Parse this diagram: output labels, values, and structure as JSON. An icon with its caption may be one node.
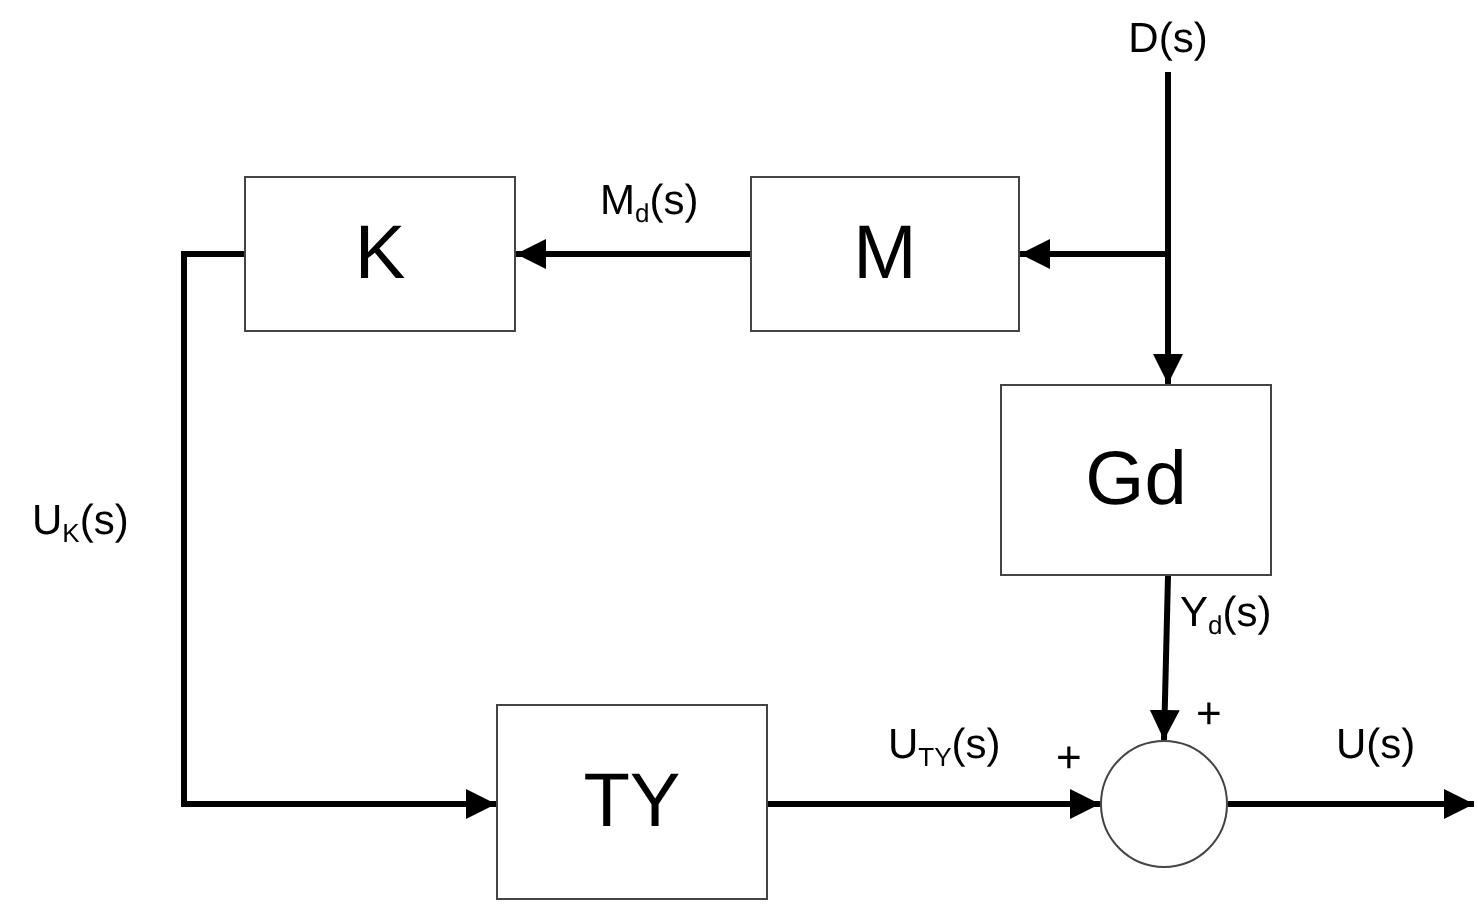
{
  "diagram": {
    "nodes": [
      {
        "text": [
          "K"
        ]
      },
      {
        "text": [
          "M"
        ]
      },
      {
        "text": [
          "Gd"
        ]
      },
      {
        "text": [
          "TY"
        ]
      },
      {
        "text": [],
        "shape": "circle"
      },
      {
        "text": [
          "D(s)"
        ]
      }
    ],
    "edges": [
      {
        "from": 5,
        "to": 2,
        "arrow": "to"
      },
      {
        "from": 5,
        "to": 1,
        "arrow": "to"
      },
      {
        "from": 1,
        "to": 0,
        "arrow": "to",
        "label": "M$_{d}$(s)"
      },
      {
        "from": 0,
        "to": 3,
        "arrow": "to",
        "label": "U$_{K}$(s)"
      },
      {
        "from": 2,
        "to": 4,
        "arrow": "to",
        "label": "Y$_{d}$(s)"
      },
      {
        "from": 3,
        "to": 4,
        "arrow": "to",
        "label": "U$_{TY}$(s)"
      },
      {
        "from": 4,
        "to": null,
        "arrow": "to",
        "label": "U(s)"
      }
    ],
    "labels": [
      "+",
      "+"
    ]
  }
}
